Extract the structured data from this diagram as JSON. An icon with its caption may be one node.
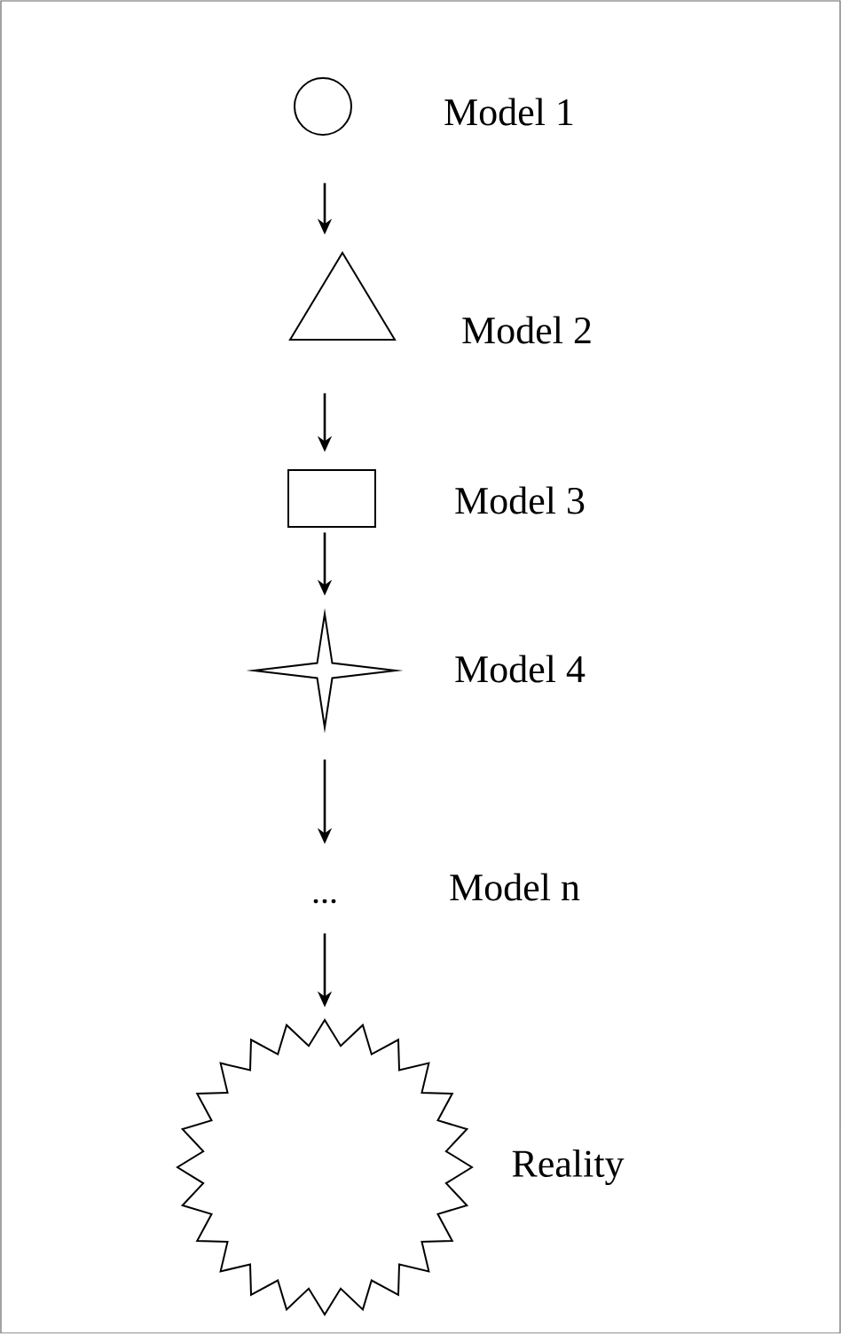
{
  "diagram": {
    "nodes": [
      {
        "text": [],
        "shape": "circle",
        "beside": [
          "Model 1"
        ]
      },
      {
        "text": [],
        "shape": "triangle",
        "beside": [
          "Model 2"
        ]
      },
      {
        "text": [],
        "shape": "box",
        "beside": [
          "Model 3"
        ]
      },
      {
        "text": [],
        "shape": "star",
        "beside": [
          "Model 4"
        ]
      },
      {
        "text": [
          "..."
        ],
        "beside": [
          "Model n"
        ]
      },
      {
        "text": [],
        "shape": "burst",
        "beside": [
          "Reality"
        ]
      }
    ],
    "edges": [
      {
        "from": 0,
        "to": 1,
        "arrow": "to"
      },
      {
        "from": 1,
        "to": 2,
        "arrow": "to"
      },
      {
        "from": 2,
        "to": 3,
        "arrow": "to"
      },
      {
        "from": 3,
        "to": 4,
        "arrow": "to"
      },
      {
        "from": 4,
        "to": 5,
        "arrow": "to"
      }
    ]
  }
}
